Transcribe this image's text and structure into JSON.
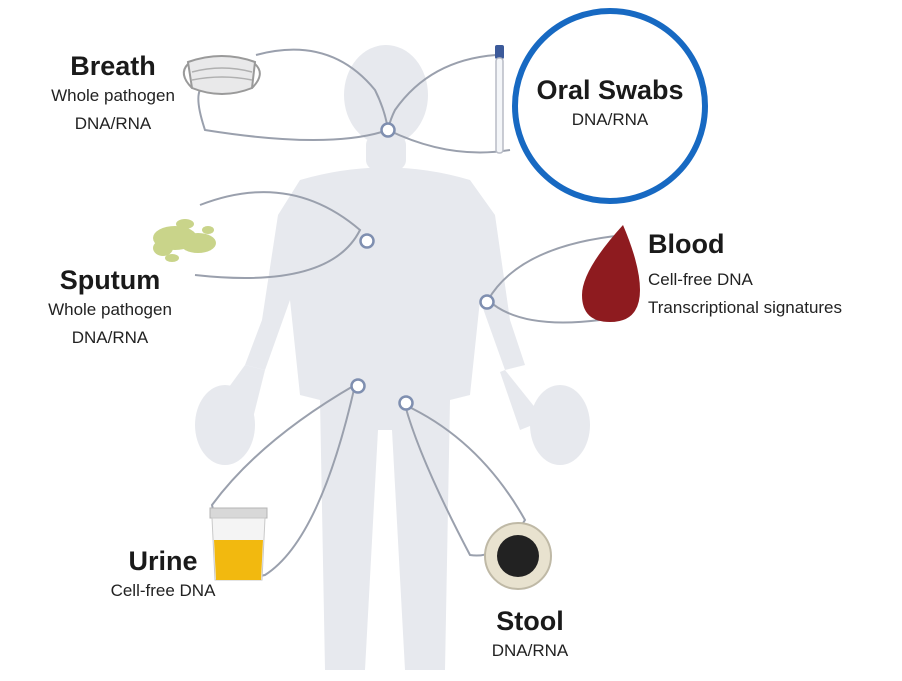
{
  "samples": {
    "breath": {
      "title": "Breath",
      "lines": [
        "Whole pathogen",
        "DNA/RNA"
      ]
    },
    "oral_swabs": {
      "title": "Oral Swabs",
      "lines": [
        "DNA/RNA"
      ]
    },
    "sputum": {
      "title": "Sputum",
      "lines": [
        "Whole pathogen",
        "DNA/RNA"
      ]
    },
    "blood": {
      "title": "Blood",
      "lines": [
        "Cell-free DNA",
        "Transcriptional signatures"
      ]
    },
    "urine": {
      "title": "Urine",
      "lines": [
        "Cell-free DNA"
      ]
    },
    "stool": {
      "title": "Stool",
      "lines": [
        "DNA/RNA"
      ]
    }
  },
  "colors": {
    "body_silhouette": "#e7e9ee",
    "connector_line": "#9aa0ad",
    "node_ring": "#7f8fb0",
    "highlight_circle": "#1769c2",
    "blood_drop": "#8e1b1f",
    "sputum": "#c9d48a",
    "urine": "#f2b90f",
    "stool_ring": "#e8e2cf",
    "stool_center": "#222222",
    "mask": "#e9e9ea"
  },
  "icons": {
    "breath": "face-mask-icon",
    "oral_swabs": "swab-tube-icon",
    "sputum": "sputum-blob-icon",
    "blood": "blood-drop-icon",
    "urine": "urine-cup-icon",
    "stool": "stool-sample-icon"
  }
}
